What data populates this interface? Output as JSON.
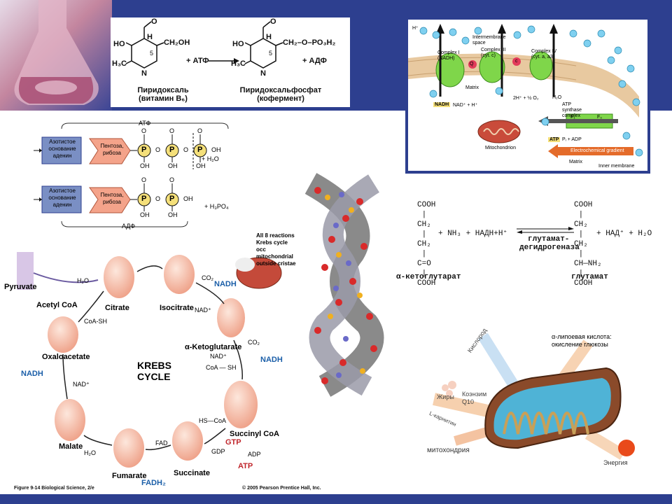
{
  "pyridoxal": {
    "substituents": {
      "ho": "HO",
      "ch2oh": "CH₂OH",
      "h3c": "H₃C",
      "n": "N",
      "h": "H",
      "o": "O",
      "five": "5",
      "ch2_o_po3h2": "CH₂–O–PO₃H₂"
    },
    "plus_atf": "+ АТФ",
    "plus_adf": "+  АДФ",
    "left_name": "Пиридоксаль",
    "left_sub": "(витамин B₆)",
    "right_name": "Пиридоксальфосфат",
    "right_sub": "(кофермент)"
  },
  "atp_adp": {
    "atf_label": "АТФ",
    "adf_label": "АДФ",
    "base_label": "Азотистое основание аденин",
    "sugar_label": "Пентоза, рибоза",
    "p": "P",
    "o": "O",
    "oh": "OH",
    "h2o": "+ H₂O",
    "h3po4": "+ H₃PO₄"
  },
  "etc": {
    "hplus": "H⁺",
    "intermembrane": "Intermembrane space",
    "matrix": "Matrix",
    "complex1": "Complex I (NADH)",
    "complex3": "Complex III (cyt. c)",
    "complex4": "Complex IV (cyt. a, a3)",
    "q": "Q",
    "c": "c",
    "nadh": "NADH",
    "nad": "NAD⁺ + H⁺",
    "o2": "2H⁺ + ½ O₂",
    "h2o": "H₂O",
    "atp_synthase": "ATP synthase complex",
    "atp": "ATP",
    "pi_adp": "Pᵢ + ADP",
    "gradient": "Electrochemical gradient",
    "mito_label": "Mitochondrion",
    "inner": "Inner membrane",
    "f0": "F₀",
    "f1": "F₁"
  },
  "glutamate": {
    "cooh": "COOH",
    "ch2": "CH₂",
    "c_o": "C=O",
    "ch_nh2": "CH—NH₂",
    "plus_left": "+ NH₃ + НАДН+H⁺",
    "enzyme1": "глутамат-",
    "enzyme2": "дегидрогеназа",
    "plus_right": "+ НАД⁺ + H₂O",
    "left_name": "α-кетоглутарат",
    "right_name": "глутамат"
  },
  "krebs": {
    "title1": "KREBS",
    "title2": "CYCLE",
    "pyruvate": "Pyruvate",
    "acetyl": "Acetyl CoA",
    "citrate": "Citrate",
    "isocitrate": "Isocitrate",
    "akg": "α-Ketoglutarate",
    "succinylcoa": "Succinyl CoA",
    "succinate": "Succinate",
    "fumarate": "Fumarate",
    "malate": "Malate",
    "oxaloacetate": "Oxaloacetate",
    "h2o": "H₂O",
    "coash": "CoA-SH",
    "coa_sh": "CoA — SH",
    "hs_coa": "HS—CoA",
    "nadh": "NADH",
    "nadplus": "NAD⁺",
    "co2": "CO₂",
    "gtp": "GTP",
    "gdp": "GDP",
    "adp": "ADP",
    "atp": "ATP",
    "fad": "FAD",
    "fadh2": "FADH₂",
    "note": "All 8 reactions Krebs cycle occ mitochondrial outside cristae"
  },
  "mito": {
    "alpha": "α-липоевая кислота:",
    "alpha2": "окисление глюкозы",
    "oxygen": "Кислород",
    "fats": "Жиры",
    "coenzyme": "Коэнзим",
    "q10": "Q10",
    "carnitine": "L-карнитин",
    "mitochondria": "митохондрия",
    "energy": "Энергия"
  },
  "footer": {
    "figure": "Figure 9-14  Biological Science, 2/e",
    "copyright": "© 2005 Pearson Prentice Hall, Inc."
  }
}
